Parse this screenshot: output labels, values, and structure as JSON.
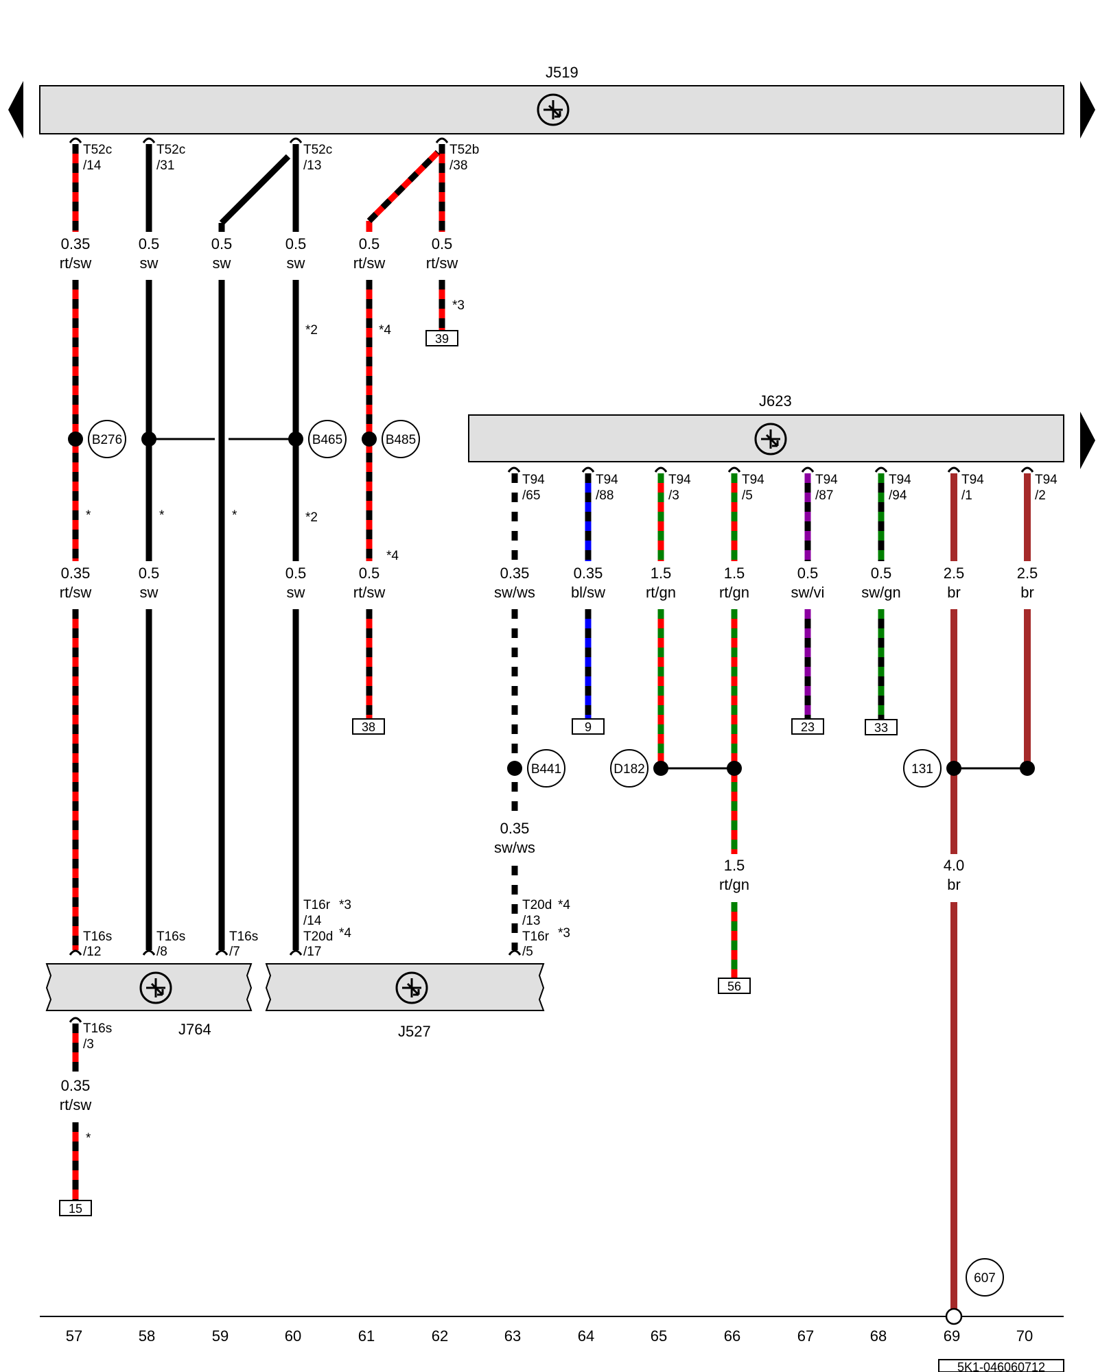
{
  "diagram": {
    "doc_id": "5K1-046060712",
    "column_numbers": [
      "57",
      "58",
      "59",
      "60",
      "61",
      "62",
      "63",
      "64",
      "65",
      "66",
      "67",
      "68",
      "69",
      "70"
    ],
    "components": {
      "J519": "J519",
      "J623": "J623",
      "J764": "J764",
      "J527": "J527"
    },
    "wire_colors": {
      "rt": "#ff0000",
      "sw": "#000000",
      "ws": "#ffffff",
      "bl": "#0000ff",
      "gn": "#008000",
      "vi": "#8b00a0",
      "br": "#a52a2a"
    },
    "connectors": {
      "c57_top_a": "T52c",
      "c57_top_b": "/14",
      "c58_top_a": "T52c",
      "c58_top_b": "/31",
      "c60_top_a": "T52c",
      "c60_top_b": "/13",
      "c62_top_a": "T52b",
      "c62_top_b": "/38",
      "c63_a": "T94",
      "c63_b": "/65",
      "c64_a": "T94",
      "c64_b": "/88",
      "c65_a": "T94",
      "c65_b": "/3",
      "c66_a": "T94",
      "c66_b": "/5",
      "c67_a": "T94",
      "c67_b": "/87",
      "c68_a": "T94",
      "c68_b": "/94",
      "c69_a": "T94",
      "c69_b": "/1",
      "c70_a": "T94",
      "c70_b": "/2",
      "c57_bot_a": "T16s",
      "c57_bot_b": "/12",
      "c58_bot_a": "T16s",
      "c58_bot_b": "/8",
      "c59_bot_a": "T16s",
      "c59_bot_b": "/7",
      "c60_bot_1": "T16r",
      "c60_bot_2": "/14",
      "c60_bot_3": "T20d",
      "c60_bot_4": "/17",
      "c63_bot_1": "T20d",
      "c63_bot_2": "/13",
      "c63_bot_3": "T16r",
      "c63_bot_4": "/5",
      "c57_j764_a": "T16s",
      "c57_j764_b": "/3"
    },
    "wires": {
      "w57a_size": "0.35",
      "w57a_color": "rt/sw",
      "w58a_size": "0.5",
      "w58a_color": "sw",
      "w59a_size": "0.5",
      "w59a_color": "sw",
      "w60a_size": "0.5",
      "w60a_color": "sw",
      "w61a_size": "0.5",
      "w61a_color": "rt/sw",
      "w62a_size": "0.5",
      "w62a_color": "rt/sw",
      "w57b_size": "0.35",
      "w57b_color": "rt/sw",
      "w58b_size": "0.5",
      "w58b_color": "sw",
      "w60b_size": "0.5",
      "w60b_color": "sw",
      "w61b_size": "0.5",
      "w61b_color": "rt/sw",
      "w63a_size": "0.35",
      "w63a_color": "sw/ws",
      "w64a_size": "0.35",
      "w64a_color": "bl/sw",
      "w65a_size": "1.5",
      "w65a_color": "rt/gn",
      "w66a_size": "1.5",
      "w66a_color": "rt/gn",
      "w67a_size": "0.5",
      "w67a_color": "sw/vi",
      "w68a_size": "0.5",
      "w68a_color": "sw/gn",
      "w69a_size": "2.5",
      "w69a_color": "br",
      "w70a_size": "2.5",
      "w70a_color": "br",
      "w63b_size": "0.35",
      "w63b_color": "sw/ws",
      "w66b_size": "1.5",
      "w66b_color": "rt/gn",
      "w69b_size": "4.0",
      "w69b_color": "br",
      "w57c_size": "0.35",
      "w57c_color": "rt/sw"
    },
    "notes": {
      "n60a": "*2",
      "n61a": "*4",
      "n62a": "*3",
      "n57a": "*",
      "n58a": "*",
      "n59a": "*",
      "n60b": "*2",
      "n61b": "*4",
      "n60c": "*3",
      "n60d": "*4",
      "n63c": "*4",
      "n63d": "*3",
      "n57c": "*"
    },
    "junctions": {
      "B276": "B276",
      "B465": "B465",
      "B485": "B485",
      "B441": "B441",
      "D182": "D182",
      "131": "131",
      "607": "607"
    },
    "refs": {
      "r39": "39",
      "r38": "38",
      "r9": "9",
      "r23": "23",
      "r33": "33",
      "r56": "56",
      "r15": "15"
    }
  }
}
